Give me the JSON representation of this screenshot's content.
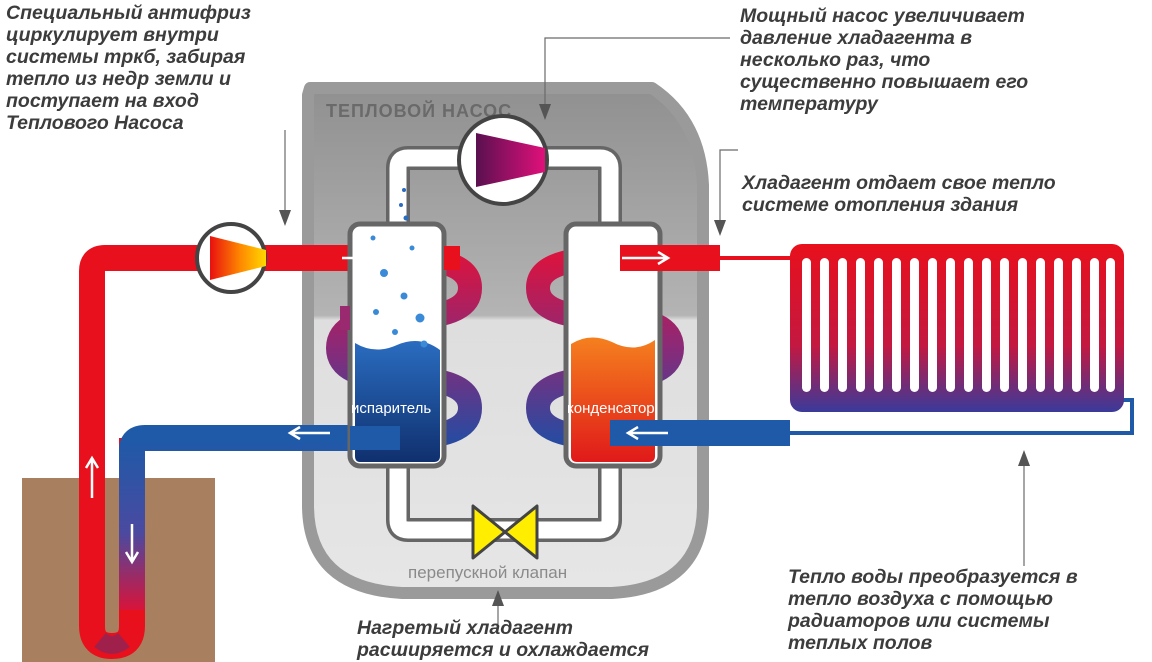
{
  "title": "ТЕПЛОВОЙ  НАСОС",
  "components": {
    "evaporator": "испаритель",
    "condenser": "конденсатор",
    "valve": "перепускной клапан"
  },
  "annotations": {
    "antifreeze": [
      "Специальный антифриз",
      "циркулирует внутри",
      "системы тркб, забирая",
      "тепло из недр земли и",
      "поступает на вход",
      "Теплового Насоса"
    ],
    "pump": [
      "Мощный насос увеличивает",
      "давление хладагента в",
      "несколько раз, что",
      "существенно повышает его",
      "температуру"
    ],
    "refrigerant": [
      "Хладагент отдает свое тепло",
      "системе отопления здания"
    ],
    "water": [
      "Тепло воды преобразуется в",
      "тепло воздуха  с помощью",
      "радиаторов или системы",
      "теплых полов"
    ],
    "expansion": [
      "Нагретый хладагент",
      "расширяется и охлаждается"
    ]
  },
  "colors": {
    "hot": "#e8101c",
    "cold": "#1e5aa8",
    "ground": "#a88060",
    "housing_border": "#9a9a9a",
    "housing_fill": "#e2e2e2",
    "valve": "#ffee00",
    "text": "#3c3c3c"
  }
}
